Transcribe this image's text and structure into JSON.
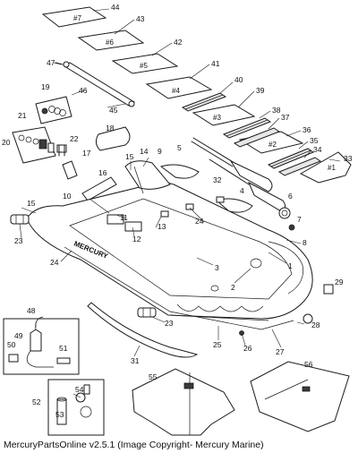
{
  "callouts": {
    "c1": "1",
    "c2": "2",
    "c3": "3",
    "c4": "4",
    "c5": "5",
    "c6": "6",
    "c7": "7",
    "c8": "8",
    "c9": "9",
    "c10": "10",
    "c11": "11",
    "c12": "12",
    "c13": "13",
    "c14": "14",
    "c15a": "15",
    "c15b": "15",
    "c16": "16",
    "c17": "17",
    "c18": "18",
    "c19": "19",
    "c20": "20",
    "c21": "21",
    "c22": "22",
    "c23a": "23",
    "c23b": "23",
    "c24a": "24",
    "c24b": "24",
    "c25": "25",
    "c26": "26",
    "c27": "27",
    "c28": "28",
    "c29": "29",
    "c31": "31",
    "c32": "32",
    "c33": "33",
    "c34": "34",
    "c35": "35",
    "c36": "36",
    "c37": "37",
    "c38": "38",
    "c39": "39",
    "c40": "40",
    "c41": "41",
    "c42": "42",
    "c43": "43",
    "c44": "44",
    "c45": "45",
    "c46": "46",
    "c47": "47",
    "c48": "48",
    "c49": "49",
    "c50": "50",
    "c51": "51",
    "c52": "52",
    "c53": "53",
    "c54": "54",
    "c55": "55",
    "c56": "56"
  },
  "panel_labels": {
    "p1": "#1",
    "p2": "#2",
    "p3": "#3",
    "p4": "#4",
    "p5": "#5",
    "p6": "#6",
    "p7": "#7"
  },
  "brand_text": "MERCURY",
  "footer": "MercuryPartsOnline v2.5.1 (Image Copyright- Mercury Marine)"
}
